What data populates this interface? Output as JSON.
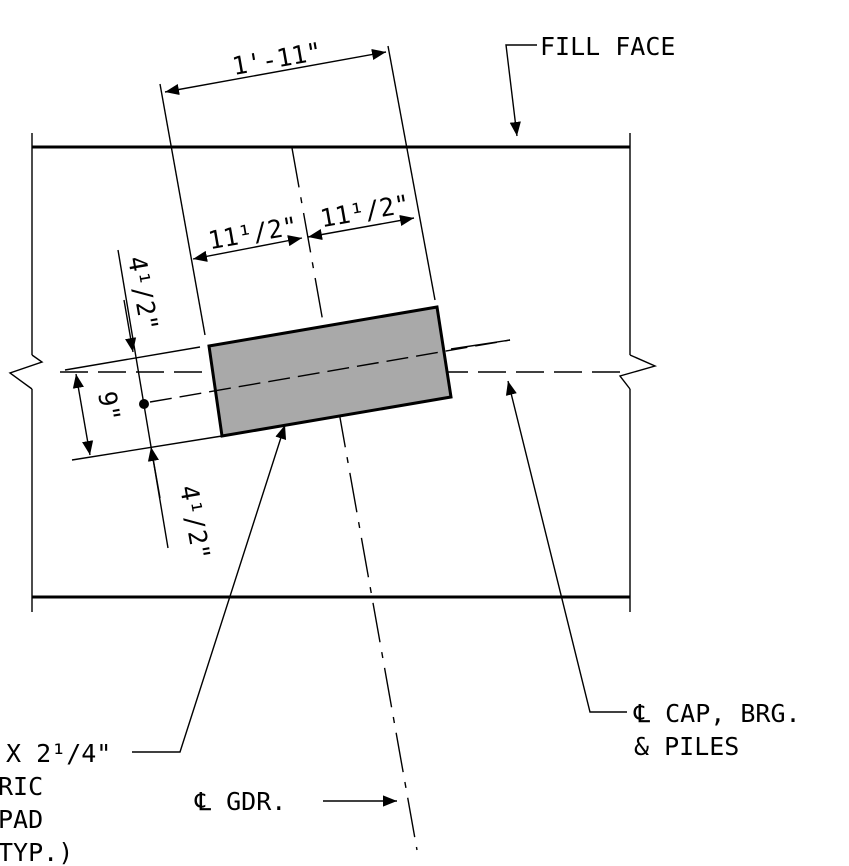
{
  "labels": {
    "fill_face": "FILL FACE",
    "dim_overall": "1'-11\"",
    "dim_half_left": "11¹/2\"",
    "dim_half_right": "11¹/2\"",
    "dim_edge_top": "4¹/2\"",
    "dim_edge_bottom": "4¹/2\"",
    "dim_width": "9\"",
    "cl_gdr": "℄ GDR.",
    "cl_cap_line1": "℄ CAP, BRG.",
    "cl_cap_line2": "& PILES",
    "pad_line1": "X 2¹/4\"",
    "pad_line2": "RIC",
    "pad_line3": "PAD",
    "pad_line4": "TYP.)"
  },
  "colors": {
    "pad_fill": "#a9a9a9",
    "line": "#000000",
    "background": "#ffffff"
  }
}
